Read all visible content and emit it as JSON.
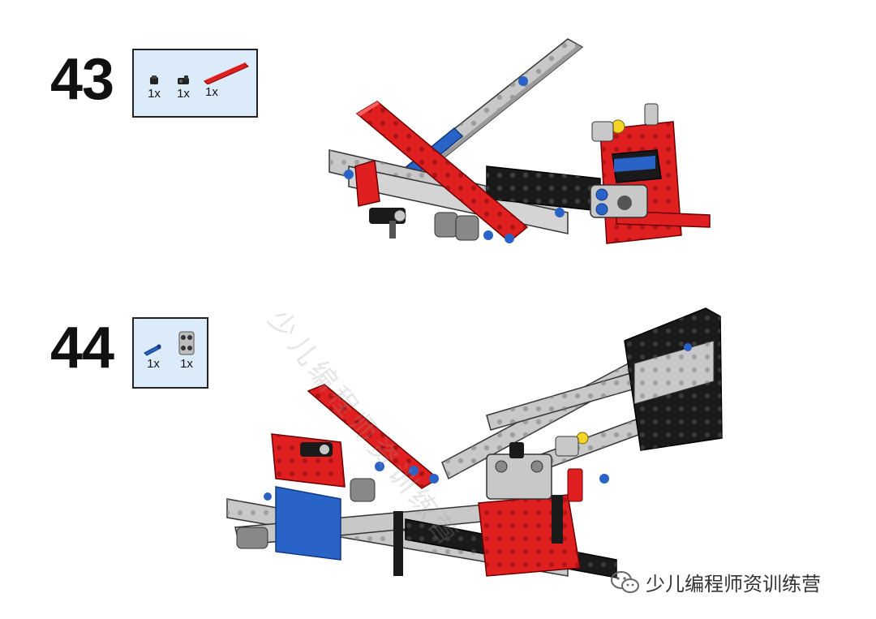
{
  "steps": [
    {
      "number": "43",
      "parts": [
        {
          "qty": "1x",
          "icon": "pin-connector-black"
        },
        {
          "qty": "1x",
          "icon": "axle-connector-black"
        },
        {
          "qty": "1x",
          "icon": "red-liftarm-long"
        }
      ]
    },
    {
      "number": "44",
      "parts": [
        {
          "qty": "1x",
          "icon": "blue-axle-pin"
        },
        {
          "qty": "1x",
          "icon": "gray-cross-connector"
        }
      ]
    }
  ],
  "watermark": {
    "diagonal_text": "少儿编程师资训练营",
    "brand_text": "少儿编程师资训练营",
    "brand_icon": "wechat-icon"
  },
  "colors": {
    "box_fill": "#dcebfa",
    "brick_red": "#e02020",
    "brick_gray": "#c8c8c8",
    "brick_black": "#1a1a1a",
    "brick_blue": "#2a63c8"
  }
}
